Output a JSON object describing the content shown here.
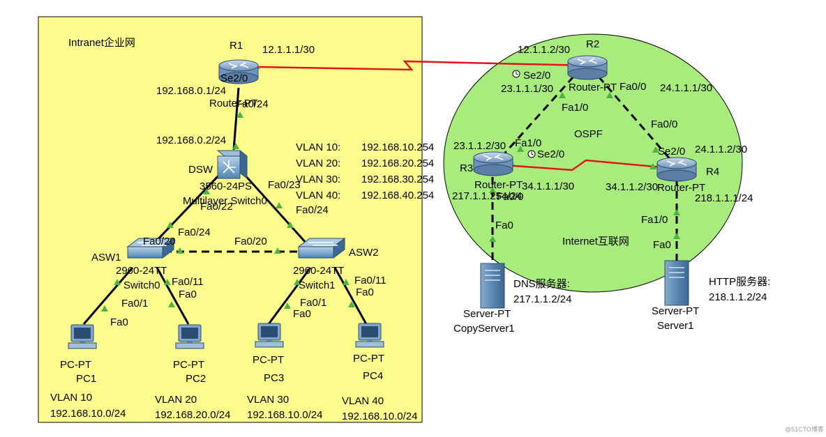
{
  "zones": {
    "intranet_label": "Intranet企业网",
    "internet_label": "Internet互联网",
    "ospf_label": "OSPF"
  },
  "devices": {
    "r1": {
      "name": "R1",
      "type": "Router-PT"
    },
    "r2": {
      "name": "R2",
      "type": "Router-PT"
    },
    "r3": {
      "name": "R3",
      "type": "Router-PT"
    },
    "r4": {
      "name": "R4",
      "type": "Router-PT"
    },
    "dsw": {
      "name": "DSW",
      "type": "3560-24PS",
      "subtitle": "Multilayer Switch0"
    },
    "asw1": {
      "name": "ASW1",
      "type": "2960-24TT",
      "subtitle": "Switch0"
    },
    "asw2": {
      "name": "ASW2",
      "type": "2960-24TT",
      "subtitle": "Switch1"
    },
    "pc1": {
      "type": "PC-PT",
      "name": "PC1",
      "vlan": "VLAN 10",
      "subnet": "192.168.10.0/24"
    },
    "pc2": {
      "type": "PC-PT",
      "name": "PC2",
      "vlan": "VLAN 20",
      "subnet": "192.168.20.0/24"
    },
    "pc3": {
      "type": "PC-PT",
      "name": "PC3",
      "vlan": "VLAN 30",
      "subnet": "192.168.10.0/24"
    },
    "pc4": {
      "type": "PC-PT",
      "name": "PC4",
      "vlan": "VLAN 40",
      "subnet": "192.168.10.0/24"
    },
    "dns": {
      "type": "Server-PT",
      "name": "CopyServer1",
      "role": "DNS服务器:",
      "ip": "217.1.1.2/24"
    },
    "http": {
      "type": "Server-PT",
      "name": "Server1",
      "role": "HTTP服务器:",
      "ip": "218.1.1.2/24"
    }
  },
  "labels": {
    "r1_se": "Se2/0",
    "r1_ip_wan": "12.1.1.1/30",
    "r1_ip_lan": "192.168.0.1/24",
    "r1_fa": "Fa0/24",
    "r2_ip_r1": "12.1.1.2/30",
    "r2_se": "Se2/0",
    "r2_ip_r3": "23.1.1.1/30",
    "r2_fa00": "Fa0/0",
    "r2_ip_r4": "24.1.1.1/30",
    "r2_fa10": "Fa1/0",
    "r3_ip_r2": "23.1.1.2/30",
    "r3_fa10": "Fa1/0",
    "r3_se": "Se2/0",
    "r3_ip_r4": "34.1.1.1/30",
    "r3_ip_dns": "217.1.1.254/24",
    "r3_fa00": "Fa0/0",
    "r4_fa00": "Fa0/0",
    "r4_se": "Se2/0",
    "r4_ip_r2": "24.1.1.2/30",
    "r4_ip_r3": "34.1.1.2/30",
    "r4_ip_http": "218.1.1.1/24",
    "r4_fa10": "Fa1/0",
    "dsw_ip": "192.168.0.2/24",
    "dsw_fa23": "Fa0/23",
    "dsw_fa22": "Fa0/22",
    "dsw_fa24": "Fa0/24",
    "asw1_fa24": "Fa0/24",
    "asw1_fa20": "Fa0/20",
    "asw2_fa20": "Fa0/20",
    "asw1_fa1": "Fa0/1",
    "asw1_fa11": "Fa0/11",
    "asw2_fa1": "Fa0/1",
    "asw2_fa11": "Fa0/11",
    "pc_fa0": "Fa0",
    "dns_fa0": "Fa0",
    "http_fa0": "Fa0"
  },
  "svi": {
    "vlan10": {
      "name": "VLAN 10:",
      "ip": "192.168.10.254"
    },
    "vlan20": {
      "name": "VLAN 20:",
      "ip": "192.168.20.254"
    },
    "vlan30": {
      "name": "VLAN 30:",
      "ip": "192.168.30.254"
    },
    "vlan40": {
      "name": "VLAN 40:",
      "ip": "192.168.40.254"
    }
  },
  "watermark": "@51CTO博客",
  "colors": {
    "intranet_fill": "#fdfd8d",
    "internet_fill": "#a8ec7d",
    "serial_link": "#e01515",
    "link": "#000000",
    "port_up": "#4bb53d",
    "device_blue": "#4f8fbc"
  }
}
